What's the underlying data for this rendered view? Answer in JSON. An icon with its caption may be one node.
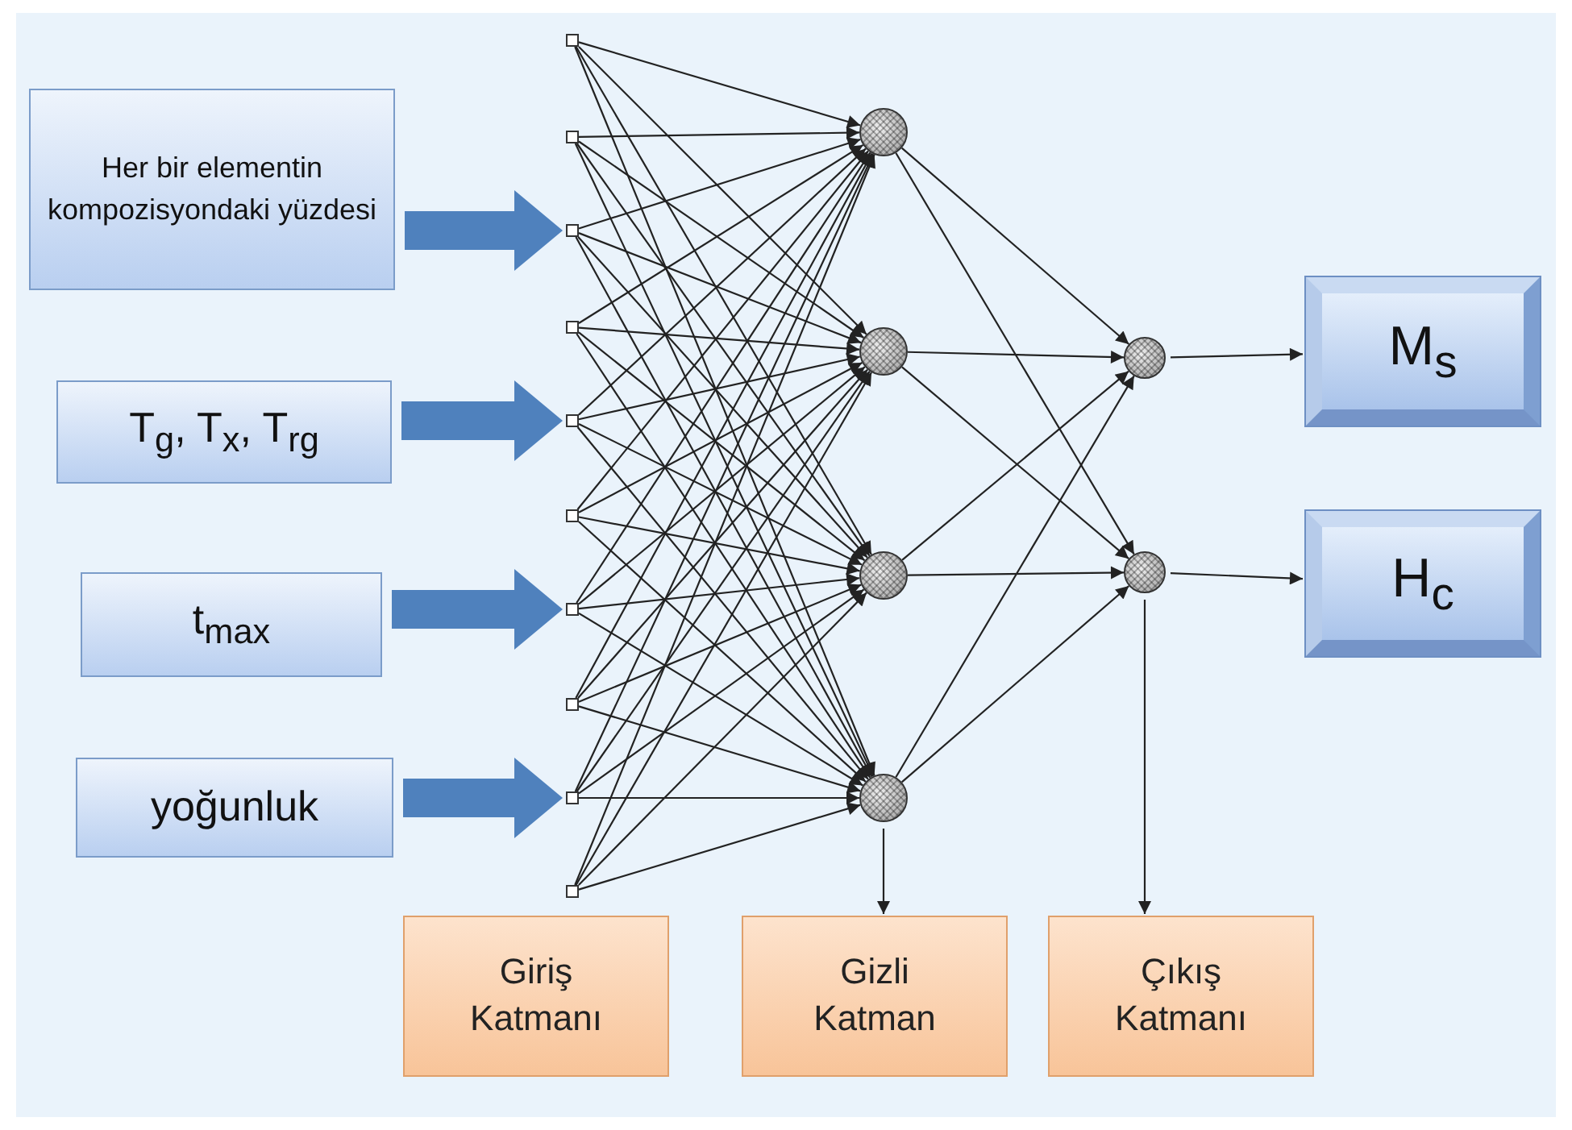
{
  "diagram": {
    "nodes": [
      {
        "text": [
          "Her bir elementin kompozisyondaki yüzdesi"
        ]
      },
      {
        "text": [
          "T$_{g}$, T$_{x}$, T$_{rg}$"
        ]
      },
      {
        "text": [
          "t$_{max}$"
        ]
      },
      {
        "text": [
          "yoğunluk"
        ]
      },
      {
        "text": [],
        "shape": "box"
      },
      {
        "text": [],
        "shape": "box"
      },
      {
        "text": [],
        "shape": "box"
      },
      {
        "text": [],
        "shape": "box"
      },
      {
        "text": [],
        "shape": "box"
      },
      {
        "text": [],
        "shape": "box"
      },
      {
        "text": [],
        "shape": "box"
      },
      {
        "text": [],
        "shape": "box"
      },
      {
        "text": [],
        "shape": "box"
      },
      {
        "text": [],
        "shape": "box"
      },
      {
        "text": [],
        "shape": "circle"
      },
      {
        "text": [],
        "shape": "circle"
      },
      {
        "text": [],
        "shape": "circle"
      },
      {
        "text": [],
        "shape": "circle"
      },
      {
        "text": [],
        "shape": "circle"
      },
      {
        "text": [],
        "shape": "circle"
      },
      {
        "text": [
          "M$_{s}$"
        ]
      },
      {
        "text": [
          "H$_{c}$"
        ]
      },
      {
        "text": [
          "Giriş Katmanı"
        ]
      },
      {
        "text": [
          "Gizli Katman"
        ]
      },
      {
        "text": [
          "Çıkış Katmanı"
        ]
      }
    ],
    "edges": [
      {
        "from": 0,
        "to": 6,
        "arrow": "to",
        "style": "thick",
        "color": "#4f81bd"
      },
      {
        "from": 1,
        "to": 8,
        "arrow": "to",
        "style": "thick",
        "color": "#4f81bd"
      },
      {
        "from": 2,
        "to": 10,
        "arrow": "to",
        "style": "thick",
        "color": "#4f81bd"
      },
      {
        "from": 3,
        "to": 12,
        "arrow": "to",
        "style": "thick",
        "color": "#4f81bd"
      },
      {
        "from": 4,
        "to": 14,
        "arrow": "to"
      },
      {
        "from": 4,
        "to": 15,
        "arrow": "to"
      },
      {
        "from": 4,
        "to": 16,
        "arrow": "to"
      },
      {
        "from": 4,
        "to": 17,
        "arrow": "to"
      },
      {
        "from": 5,
        "to": 14,
        "arrow": "to"
      },
      {
        "from": 5,
        "to": 15,
        "arrow": "to"
      },
      {
        "from": 5,
        "to": 16,
        "arrow": "to"
      },
      {
        "from": 5,
        "to": 17,
        "arrow": "to"
      },
      {
        "from": 6,
        "to": 14,
        "arrow": "to"
      },
      {
        "from": 6,
        "to": 15,
        "arrow": "to"
      },
      {
        "from": 6,
        "to": 16,
        "arrow": "to"
      },
      {
        "from": 6,
        "to": 17,
        "arrow": "to"
      },
      {
        "from": 7,
        "to": 14,
        "arrow": "to"
      },
      {
        "from": 7,
        "to": 15,
        "arrow": "to"
      },
      {
        "from": 7,
        "to": 16,
        "arrow": "to"
      },
      {
        "from": 7,
        "to": 17,
        "arrow": "to"
      },
      {
        "from": 8,
        "to": 14,
        "arrow": "to"
      },
      {
        "from": 8,
        "to": 15,
        "arrow": "to"
      },
      {
        "from": 8,
        "to": 16,
        "arrow": "to"
      },
      {
        "from": 8,
        "to": 17,
        "arrow": "to"
      },
      {
        "from": 9,
        "to": 14,
        "arrow": "to"
      },
      {
        "from": 9,
        "to": 15,
        "arrow": "to"
      },
      {
        "from": 9,
        "to": 16,
        "arrow": "to"
      },
      {
        "from": 9,
        "to": 17,
        "arrow": "to"
      },
      {
        "from": 10,
        "to": 14,
        "arrow": "to"
      },
      {
        "from": 10,
        "to": 15,
        "arrow": "to"
      },
      {
        "from": 10,
        "to": 16,
        "arrow": "to"
      },
      {
        "from": 10,
        "to": 17,
        "arrow": "to"
      },
      {
        "from": 11,
        "to": 14,
        "arrow": "to"
      },
      {
        "from": 11,
        "to": 15,
        "arrow": "to"
      },
      {
        "from": 11,
        "to": 16,
        "arrow": "to"
      },
      {
        "from": 11,
        "to": 17,
        "arrow": "to"
      },
      {
        "from": 12,
        "to": 14,
        "arrow": "to"
      },
      {
        "from": 12,
        "to": 15,
        "arrow": "to"
      },
      {
        "from": 12,
        "to": 16,
        "arrow": "to"
      },
      {
        "from": 12,
        "to": 17,
        "arrow": "to"
      },
      {
        "from": 13,
        "to": 14,
        "arrow": "to"
      },
      {
        "from": 13,
        "to": 15,
        "arrow": "to"
      },
      {
        "from": 13,
        "to": 16,
        "arrow": "to"
      },
      {
        "from": 13,
        "to": 17,
        "arrow": "to"
      },
      {
        "from": 14,
        "to": 18,
        "arrow": "to"
      },
      {
        "from": 14,
        "to": 19,
        "arrow": "to"
      },
      {
        "from": 15,
        "to": 18,
        "arrow": "to"
      },
      {
        "from": 15,
        "to": 19,
        "arrow": "to"
      },
      {
        "from": 16,
        "to": 18,
        "arrow": "to"
      },
      {
        "from": 16,
        "to": 19,
        "arrow": "to"
      },
      {
        "from": 17,
        "to": 18,
        "arrow": "to"
      },
      {
        "from": 17,
        "to": 19,
        "arrow": "to"
      },
      {
        "from": 18,
        "to": 20,
        "arrow": "to"
      },
      {
        "from": 19,
        "to": 21,
        "arrow": "to"
      },
      {
        "from": 17,
        "to": 23,
        "arrow": "to"
      },
      {
        "from": 19,
        "to": 24,
        "arrow": "to"
      }
    ]
  }
}
